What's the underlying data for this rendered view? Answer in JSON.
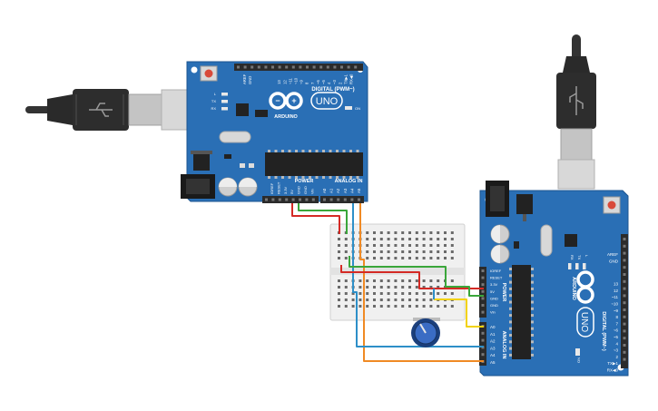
{
  "colors": {
    "board": "#2a6fb5",
    "board_edge": "#1d5590",
    "header": "#2b2b2b",
    "chip": "#222222",
    "breadboard": "#f0f0f0",
    "hole": "#6a6a6a",
    "wire_red": "#d42a25",
    "wire_green": "#3aa63a",
    "wire_orange": "#f08a24",
    "wire_blue": "#2d8fc8",
    "wire_yellow": "#f2d20a",
    "pot": "#1f4f9a",
    "reset": "#d84a3a"
  },
  "icons": [
    "usb-plug-icon",
    "usb-symbol-icon",
    "arduino-infinity-logo",
    "potentiometer-knob-icon"
  ],
  "board1": {
    "brand": "ARDUINO",
    "model": "UNO",
    "digital_label": "DIGITAL (PWM~)",
    "digital_pins": [
      "AREF",
      "GND",
      "13",
      "12",
      "~11",
      "~10",
      "~9",
      "8",
      "7",
      "~6",
      "~5",
      "4",
      "~3",
      "2",
      "TX▶1",
      "RX◀0"
    ],
    "led_labels": [
      "L",
      "TX",
      "RX"
    ],
    "on_label": "ON",
    "power_label": "POWER",
    "analog_label": "ANALOG IN",
    "power_pins": [
      "IOREF",
      "RESET",
      "3.3V",
      "5V",
      "GND",
      "GND",
      "Vin"
    ],
    "analog_pins": [
      "A0",
      "A1",
      "A2",
      "A3",
      "A4",
      "A5"
    ]
  },
  "board2": {
    "brand": "ARDUINO",
    "model": "UNO",
    "digital_label": "DIGITAL (PWM~)",
    "digital_pins": [
      "AREF",
      "GND",
      "13",
      "12",
      "~11",
      "~10",
      "~9",
      "8",
      "7",
      "~6",
      "~5",
      "4",
      "~3",
      "2",
      "TX▶1",
      "RX◀0"
    ],
    "led_labels": [
      "RX",
      "TX",
      "L"
    ],
    "on_label": "ON",
    "power_label": "POWER",
    "analog_label": "ANALOG IN",
    "power_pins": [
      "IOREF",
      "RESET",
      "3.3V",
      "5V",
      "GND",
      "GND",
      "Vin"
    ],
    "analog_pins": [
      "A0",
      "A1",
      "A2",
      "A3",
      "A4",
      "A5"
    ]
  }
}
